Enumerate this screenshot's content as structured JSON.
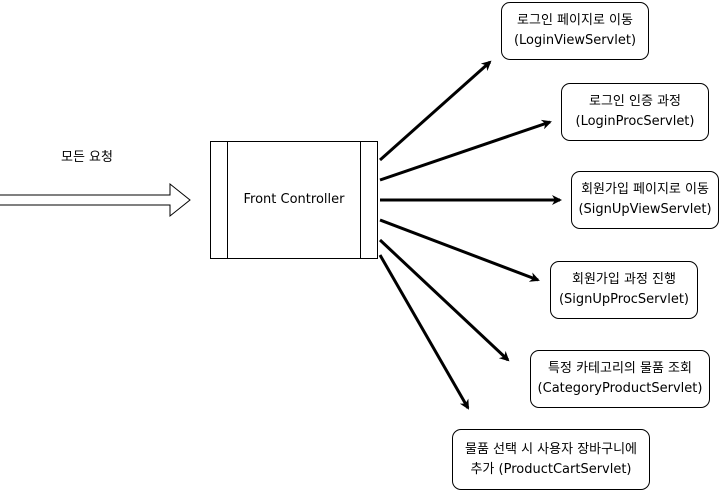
{
  "input_label": "모든 요청",
  "controller": {
    "label": "Front Controller"
  },
  "targets": [
    {
      "line1": "로그인 페이지로 이동",
      "line2": "(LoginViewServlet)"
    },
    {
      "line1": "로그인 인증 과정",
      "line2": "(LoginProcServlet)"
    },
    {
      "line1": "회원가입 페이지로 이동",
      "line2": "(SignUpViewServlet)"
    },
    {
      "line1": "회원가입 과정 진행",
      "line2": "(SignUpProcServlet)"
    },
    {
      "line1": "특정 카테고리의 물품 조회",
      "line2": "(CategoryProductServlet)"
    },
    {
      "line1": "물품 선택 시 사용자 장바구니에",
      "line2": "추가 (ProductCartServlet)"
    }
  ]
}
